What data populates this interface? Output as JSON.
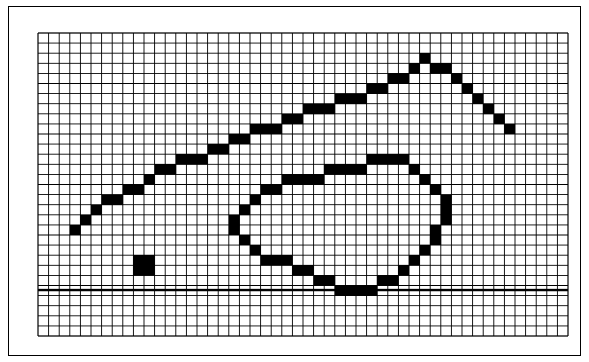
{
  "figure": {
    "grid": {
      "columns": 50,
      "rows": 30
    },
    "colors": {
      "background": "#ffffff",
      "grid_line": "#000000",
      "ink": "#000000",
      "frame": "#000000"
    },
    "cell_count_note": "",
    "strokes": [
      {
        "name": "upper-arc",
        "cells": [
          [
            3,
            19
          ],
          [
            4,
            18
          ],
          [
            5,
            17
          ],
          [
            6,
            16
          ],
          [
            7,
            16
          ],
          [
            8,
            15
          ],
          [
            9,
            15
          ],
          [
            10,
            14
          ],
          [
            11,
            13
          ],
          [
            12,
            13
          ],
          [
            13,
            12
          ],
          [
            14,
            12
          ],
          [
            15,
            12
          ],
          [
            16,
            11
          ],
          [
            17,
            11
          ],
          [
            18,
            10
          ],
          [
            19,
            10
          ],
          [
            20,
            9
          ],
          [
            21,
            9
          ],
          [
            22,
            9
          ],
          [
            23,
            8
          ],
          [
            24,
            8
          ],
          [
            25,
            7
          ],
          [
            26,
            7
          ],
          [
            27,
            7
          ],
          [
            28,
            6
          ],
          [
            29,
            6
          ],
          [
            30,
            6
          ],
          [
            31,
            5
          ],
          [
            32,
            5
          ],
          [
            33,
            4
          ],
          [
            34,
            4
          ],
          [
            35,
            3
          ],
          [
            36,
            2
          ],
          [
            37,
            3
          ],
          [
            38,
            3
          ],
          [
            39,
            4
          ],
          [
            40,
            5
          ],
          [
            41,
            6
          ],
          [
            42,
            7
          ],
          [
            43,
            8
          ],
          [
            44,
            9
          ]
        ]
      },
      {
        "name": "loop",
        "cells": [
          [
            30,
            13
          ],
          [
            31,
            12
          ],
          [
            32,
            12
          ],
          [
            33,
            12
          ],
          [
            34,
            12
          ],
          [
            35,
            13
          ],
          [
            36,
            14
          ],
          [
            37,
            15
          ],
          [
            38,
            16
          ],
          [
            38,
            17
          ],
          [
            38,
            18
          ],
          [
            37,
            19
          ],
          [
            37,
            20
          ],
          [
            36,
            21
          ],
          [
            35,
            22
          ],
          [
            34,
            23
          ],
          [
            33,
            24
          ],
          [
            32,
            24
          ],
          [
            31,
            25
          ],
          [
            30,
            25
          ],
          [
            29,
            25
          ],
          [
            28,
            25
          ],
          [
            27,
            24
          ],
          [
            26,
            24
          ],
          [
            25,
            23
          ],
          [
            24,
            23
          ],
          [
            23,
            22
          ],
          [
            22,
            22
          ],
          [
            21,
            22
          ],
          [
            20,
            21
          ],
          [
            19,
            20
          ],
          [
            18,
            19
          ],
          [
            18,
            18
          ],
          [
            19,
            17
          ],
          [
            20,
            16
          ],
          [
            21,
            15
          ],
          [
            22,
            15
          ],
          [
            23,
            14
          ],
          [
            24,
            14
          ],
          [
            25,
            14
          ],
          [
            26,
            14
          ],
          [
            27,
            13
          ],
          [
            28,
            13
          ],
          [
            29,
            13
          ]
        ]
      }
    ],
    "blocks": [
      {
        "name": "square-mark",
        "cells": [
          [
            9,
            22
          ],
          [
            10,
            22
          ],
          [
            9,
            23
          ],
          [
            10,
            23
          ]
        ]
      }
    ],
    "horizontal_rule": {
      "row_boundary": 24,
      "thickness": "bold"
    }
  }
}
